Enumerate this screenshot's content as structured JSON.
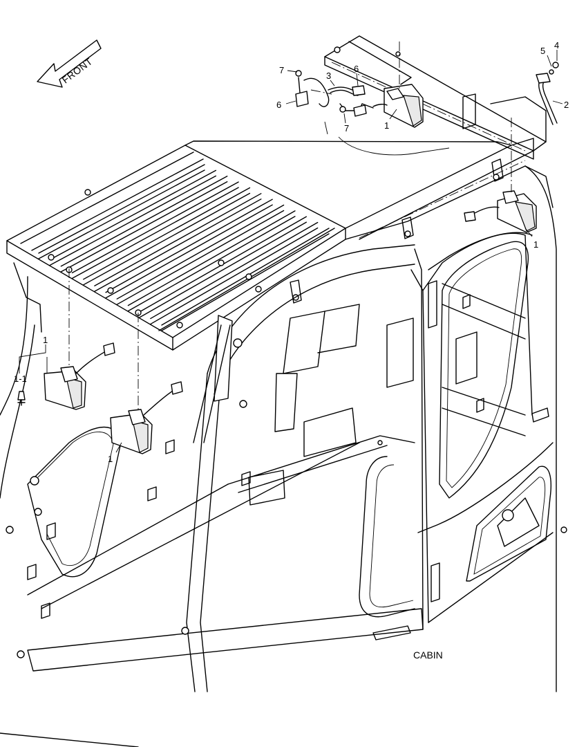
{
  "front_arrow": {
    "label": "FRONT"
  },
  "caption": "CABIN",
  "callouts": [
    {
      "id": "c-7a",
      "label": "7"
    },
    {
      "id": "c-3",
      "label": "3"
    },
    {
      "id": "c-6a",
      "label": "6"
    },
    {
      "id": "c-6b",
      "label": "6"
    },
    {
      "id": "c-7b",
      "label": "7"
    },
    {
      "id": "c-1a",
      "label": "1"
    },
    {
      "id": "c-5",
      "label": "5"
    },
    {
      "id": "c-4",
      "label": "4"
    },
    {
      "id": "c-2",
      "label": "2"
    },
    {
      "id": "c-1b",
      "label": "1"
    },
    {
      "id": "c-1c",
      "label": "1"
    },
    {
      "id": "c-1-1",
      "label": "1-1"
    },
    {
      "id": "c-1d",
      "label": "1"
    }
  ]
}
